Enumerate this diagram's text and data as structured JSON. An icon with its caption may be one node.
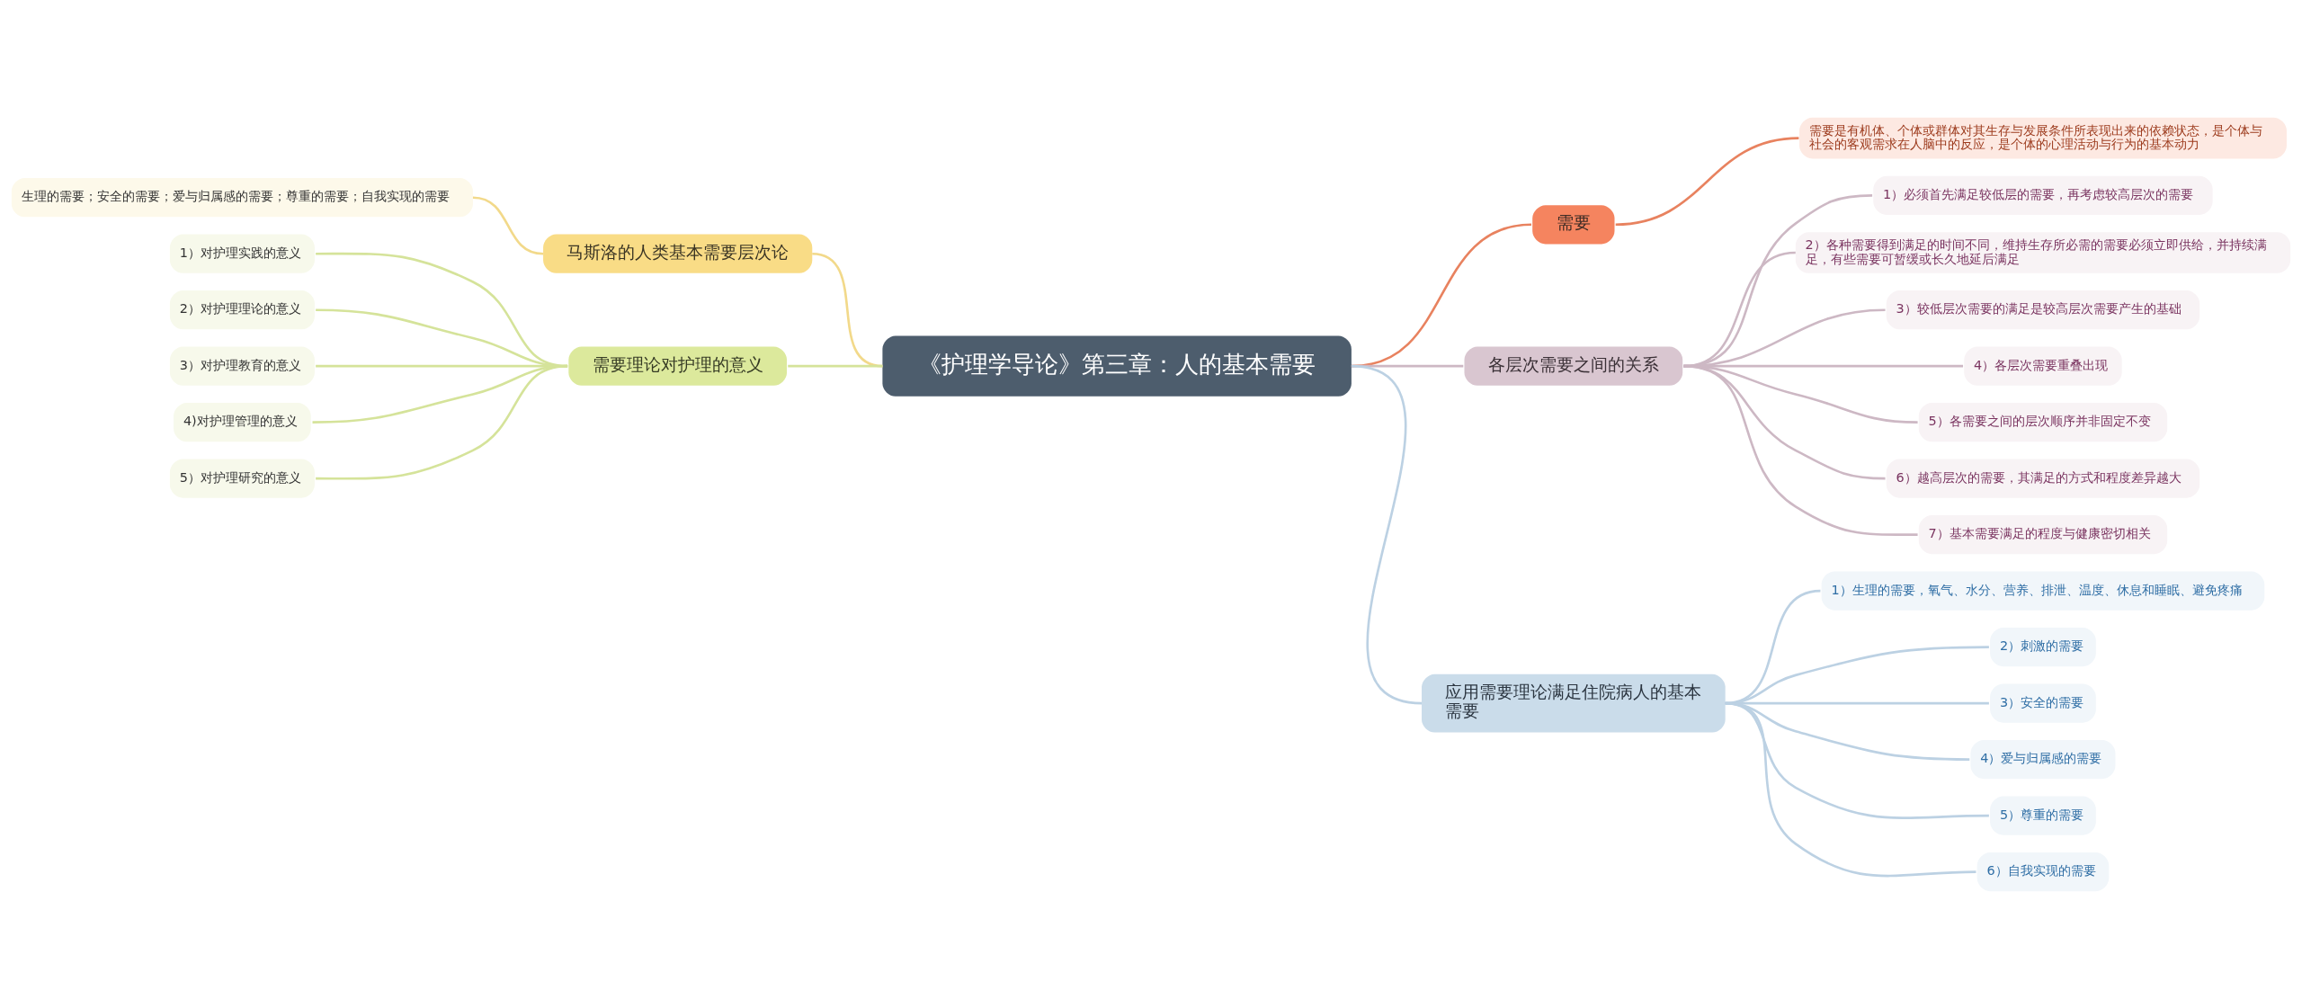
{
  "diagram": {
    "nodes": [
      {
        "text": [
          "《护理学导论》第三章：人的基本需要"
        ]
      },
      {
        "text": [
          "需要"
        ]
      },
      {
        "text": [
          "需要是有机体、个体或群体对其生存与发展条件所表现出来的依赖状态，是个体与社会的客观需求在人脑中的反应，是个体的心理活动与行为的基本动力"
        ]
      },
      {
        "text": [
          "各层次需要之间的关系"
        ]
      },
      {
        "text": [
          "1）必须首先满足较低层的需要，再考虑较高层次的需要"
        ]
      },
      {
        "text": [
          "2）各种需要得到满足的时间不同，维持生存所必需的需要必须立即供给，并持续满足，有些需要可暂缓或长久地延后满足"
        ]
      },
      {
        "text": [
          "3）较低层次需要的满足是较高层次需要产生的基础"
        ]
      },
      {
        "text": [
          "4）各层次需要重叠出现"
        ]
      },
      {
        "text": [
          "5）各需要之间的层次顺序并非固定不变"
        ]
      },
      {
        "text": [
          "6）越高层次的需要，其满足的方式和程度差异越大"
        ]
      },
      {
        "text": [
          "7）基本需要满足的程度与健康密切相关"
        ]
      },
      {
        "text": [
          "应用需要理论满足住院病人的基本需要"
        ]
      },
      {
        "text": [
          "1）生理的需要，氧气、水分、营养、排泄、温度、休息和睡眠、避免疼痛"
        ]
      },
      {
        "text": [
          "2）刺激的需要"
        ]
      },
      {
        "text": [
          "3）安全的需要"
        ]
      },
      {
        "text": [
          "4）爱与归属感的需要"
        ]
      },
      {
        "text": [
          "5）尊重的需要"
        ]
      },
      {
        "text": [
          "6）自我实现的需要"
        ]
      },
      {
        "text": [
          "马斯洛的人类基本需要层次论"
        ]
      },
      {
        "text": [
          "生理的需要；安全的需要；爱与归属感的需要；尊重的需要；自我实现的需要"
        ]
      },
      {
        "text": [
          "需要理论对护理的意义"
        ]
      },
      {
        "text": [
          "1）对护理实践的意义"
        ]
      },
      {
        "text": [
          "2）对护理理论的意义"
        ]
      },
      {
        "text": [
          "3）对护理教育的意义"
        ]
      },
      {
        "text": [
          "4)对护理管理的意义"
        ]
      },
      {
        "text": [
          "5）对护理研究的意义"
        ]
      }
    ],
    "edges": [
      {
        "from": 0,
        "to": 1,
        "arrow": "none",
        "color": "#e8825f"
      },
      {
        "from": 1,
        "to": 2,
        "arrow": "none",
        "color": "#e8825f"
      },
      {
        "from": 0,
        "to": 3,
        "arrow": "none",
        "color": "#cdb8c4"
      },
      {
        "from": 3,
        "to": 4,
        "arrow": "none",
        "color": "#cdb8c4"
      },
      {
        "from": 3,
        "to": 5,
        "arrow": "none",
        "color": "#cdb8c4"
      },
      {
        "from": 3,
        "to": 6,
        "arrow": "none",
        "color": "#cdb8c4"
      },
      {
        "from": 3,
        "to": 7,
        "arrow": "none",
        "color": "#cdb8c4"
      },
      {
        "from": 3,
        "to": 8,
        "arrow": "none",
        "color": "#cdb8c4"
      },
      {
        "from": 3,
        "to": 9,
        "arrow": "none",
        "color": "#cdb8c4"
      },
      {
        "from": 3,
        "to": 10,
        "arrow": "none",
        "color": "#cdb8c4"
      },
      {
        "from": 0,
        "to": 11,
        "arrow": "none",
        "color": "#bcd1e3"
      },
      {
        "from": 11,
        "to": 12,
        "arrow": "none",
        "color": "#bcd1e3"
      },
      {
        "from": 11,
        "to": 13,
        "arrow": "none",
        "color": "#bcd1e3"
      },
      {
        "from": 11,
        "to": 14,
        "arrow": "none",
        "color": "#bcd1e3"
      },
      {
        "from": 11,
        "to": 15,
        "arrow": "none",
        "color": "#bcd1e3"
      },
      {
        "from": 11,
        "to": 16,
        "arrow": "none",
        "color": "#bcd1e3"
      },
      {
        "from": 11,
        "to": 17,
        "arrow": "none",
        "color": "#bcd1e3"
      },
      {
        "from": 0,
        "to": 18,
        "arrow": "none",
        "color": "#f2d98a"
      },
      {
        "from": 18,
        "to": 19,
        "arrow": "none",
        "color": "#f2d98a"
      },
      {
        "from": 0,
        "to": 20,
        "arrow": "none",
        "color": "#d5e39a"
      },
      {
        "from": 20,
        "to": 21,
        "arrow": "none",
        "color": "#d5e39a"
      },
      {
        "from": 20,
        "to": 22,
        "arrow": "none",
        "color": "#d5e39a"
      },
      {
        "from": 20,
        "to": 23,
        "arrow": "none",
        "color": "#d5e39a"
      },
      {
        "from": 20,
        "to": 24,
        "arrow": "none",
        "color": "#d5e39a"
      },
      {
        "from": 20,
        "to": 25,
        "arrow": "none",
        "color": "#d5e39a"
      }
    ]
  }
}
